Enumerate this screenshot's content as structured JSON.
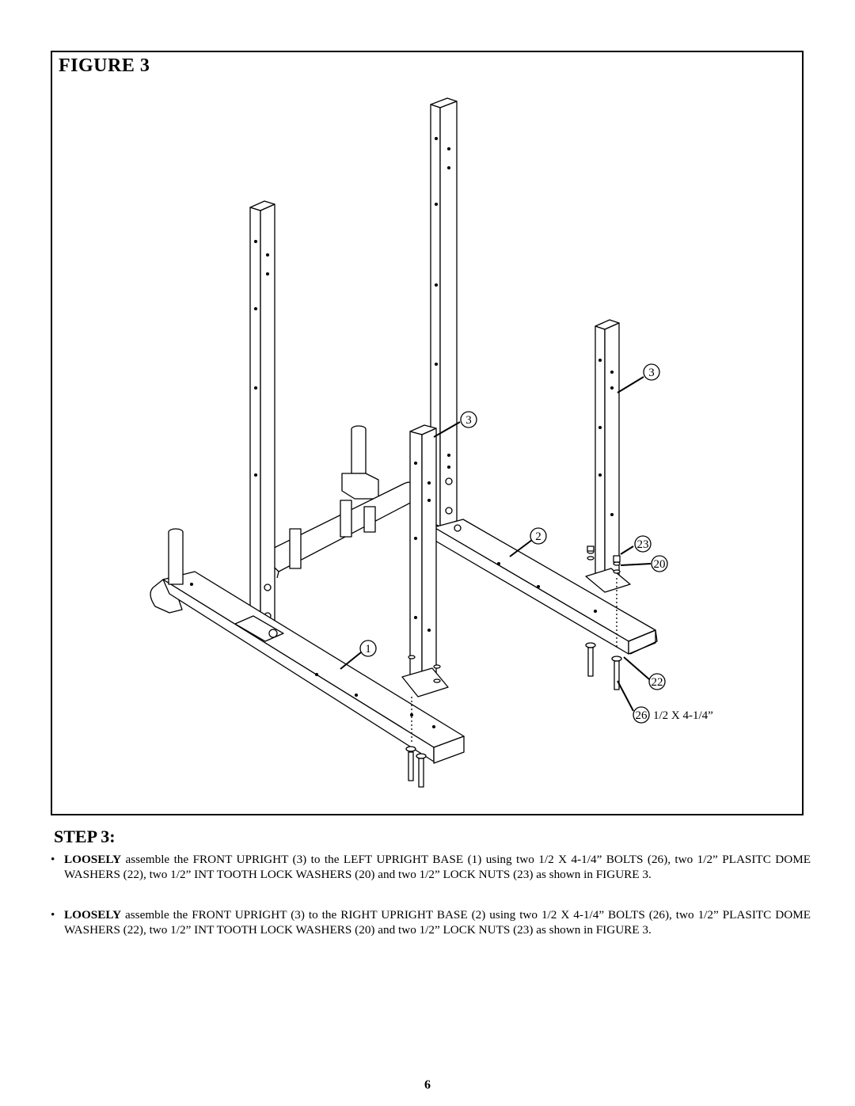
{
  "figure": {
    "title": "FIGURE 3",
    "callouts": {
      "left_base": "1",
      "right_base": "2",
      "front_upright_center": "3",
      "front_upright_right": "3",
      "lock_nut": "23",
      "lock_washer": "20",
      "dome_washer": "22",
      "bolt": "26",
      "bolt_size": "1/2 X 4-1/4”"
    }
  },
  "step": {
    "title": "STEP 3:",
    "bullets": [
      {
        "lead": "LOOSELY",
        "text": " assemble the FRONT UPRIGHT (3) to the LEFT UPRIGHT BASE (1) using two 1/2 X 4-1/4” BOLTS (26), two 1/2” PLASITC DOME WASHERS (22), two 1/2” INT TOOTH LOCK WASHERS (20) and two 1/2” LOCK NUTS (23) as shown in FIGURE 3."
      },
      {
        "lead": "LOOSELY",
        "text": " assemble the  FRONT UPRIGHT (3) to the RIGHT UPRIGHT BASE (2) using two 1/2 X 4-1/4” BOLTS (26),  two 1/2” PLASITC DOME WASHERS (22), two 1/2” INT TOOTH LOCK WASHERS (20) and two 1/2” LOCK NUTS (23) as shown in FIGURE 3."
      }
    ]
  },
  "page_number": "6"
}
